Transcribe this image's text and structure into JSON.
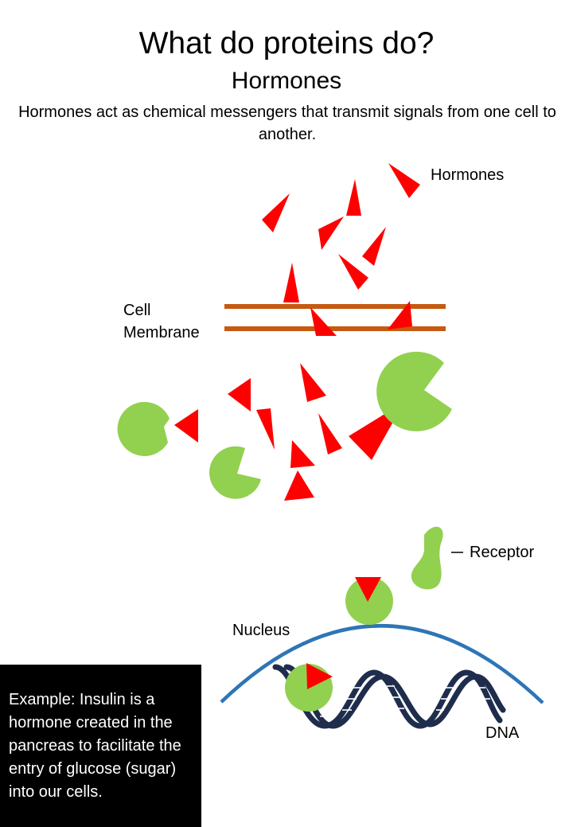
{
  "title": "What do proteins do?",
  "subtitle": "Hormones",
  "intro": "Hormones act as chemical messengers that transmit signals from one cell to another.",
  "labels": {
    "hormones": "Hormones",
    "cell_membrane": "Cell Membrane",
    "receptor": "Receptor",
    "nucleus": "Nucleus",
    "dna": "DNA"
  },
  "example_text": "Example: Insulin is a hormone created in the pancreas to facilitate the entry of glucose (sugar) into our cells.",
  "colors": {
    "hormone": "#ff0000",
    "receptor": "#92d050",
    "membrane": "#c55a11",
    "nucleus": "#2e75b6",
    "dna": "#1f2d4d",
    "example_box": "#000000"
  }
}
